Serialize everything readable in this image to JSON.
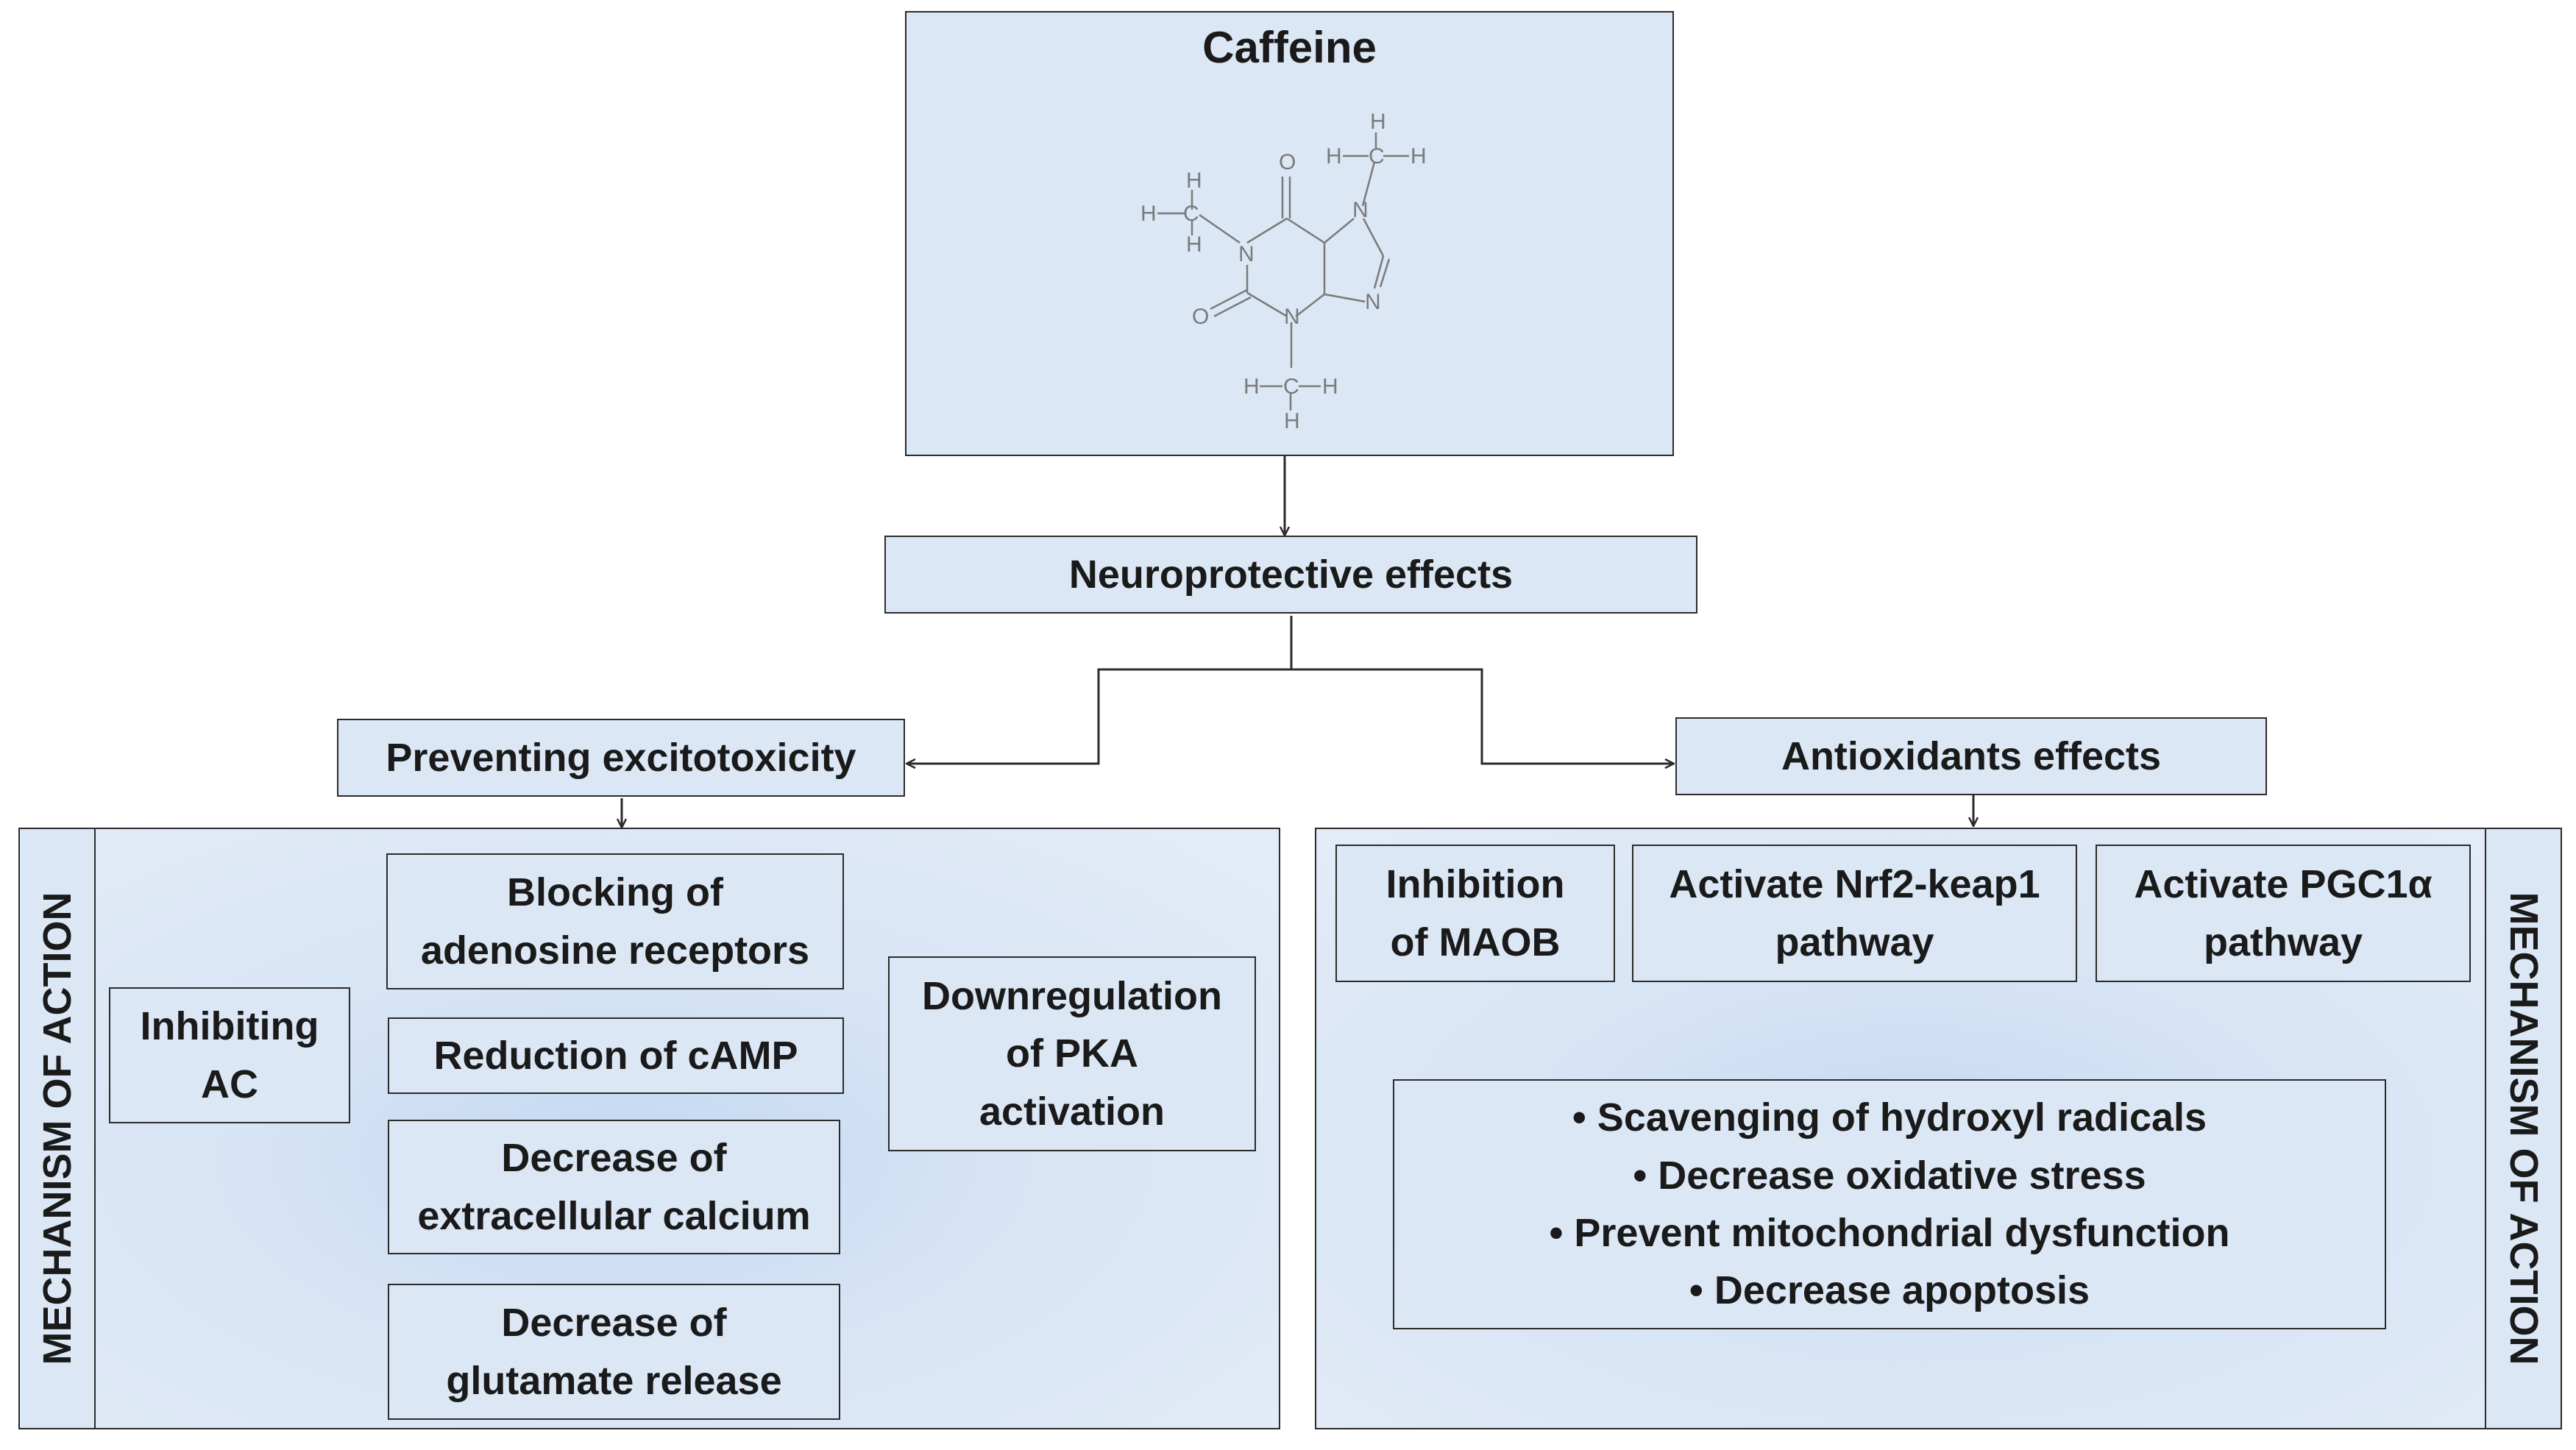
{
  "caffeine": {
    "title": "Caffeine",
    "structure": {
      "atom_o_top": "O",
      "atom_o_left": "O",
      "atom_n1": "N",
      "atom_n3": "N",
      "atom_n7": "N",
      "atom_n9": "N",
      "methyl_n1": "H-C-H",
      "methyl_n3": "H-C-H",
      "methyl_n7": "H-C-H",
      "hydrogen": "H"
    }
  },
  "neuroprotective": "Neuroprotective effects",
  "left_branch": {
    "header": "Preventing excitotoxicity",
    "side_label": "MECHANISM OF ACTION",
    "blocking": "Blocking of\nadenosine receptors",
    "inhibiting_ac": "Inhibiting\nAC",
    "reduction_camp": "Reduction of cAMP",
    "downregulation_pka": "Downregulation\nof PKA\nactivation",
    "decrease_calcium": "Decrease of\nextracellular calcium",
    "decrease_glutamate": "Decrease of\nglutamate release"
  },
  "right_branch": {
    "header": "Antioxidants effects",
    "side_label": "MECHANISM OF ACTION",
    "inhibition_maob": "Inhibition\nof MAOB",
    "nrf2": "Activate Nrf2-keap1\npathway",
    "pgc1a": "Activate PGC1α\npathway",
    "effects": [
      "• Scavenging of hydroxyl radicals",
      "• Decrease oxidative stress",
      "• Prevent mitochondrial dysfunction",
      "• Decrease apoptosis"
    ]
  },
  "colors": {
    "box_fill": "#dbe7f4",
    "panel_center": "#c4d8f2",
    "line": "#2b2b2b",
    "molecule": "#7a7a7a"
  }
}
